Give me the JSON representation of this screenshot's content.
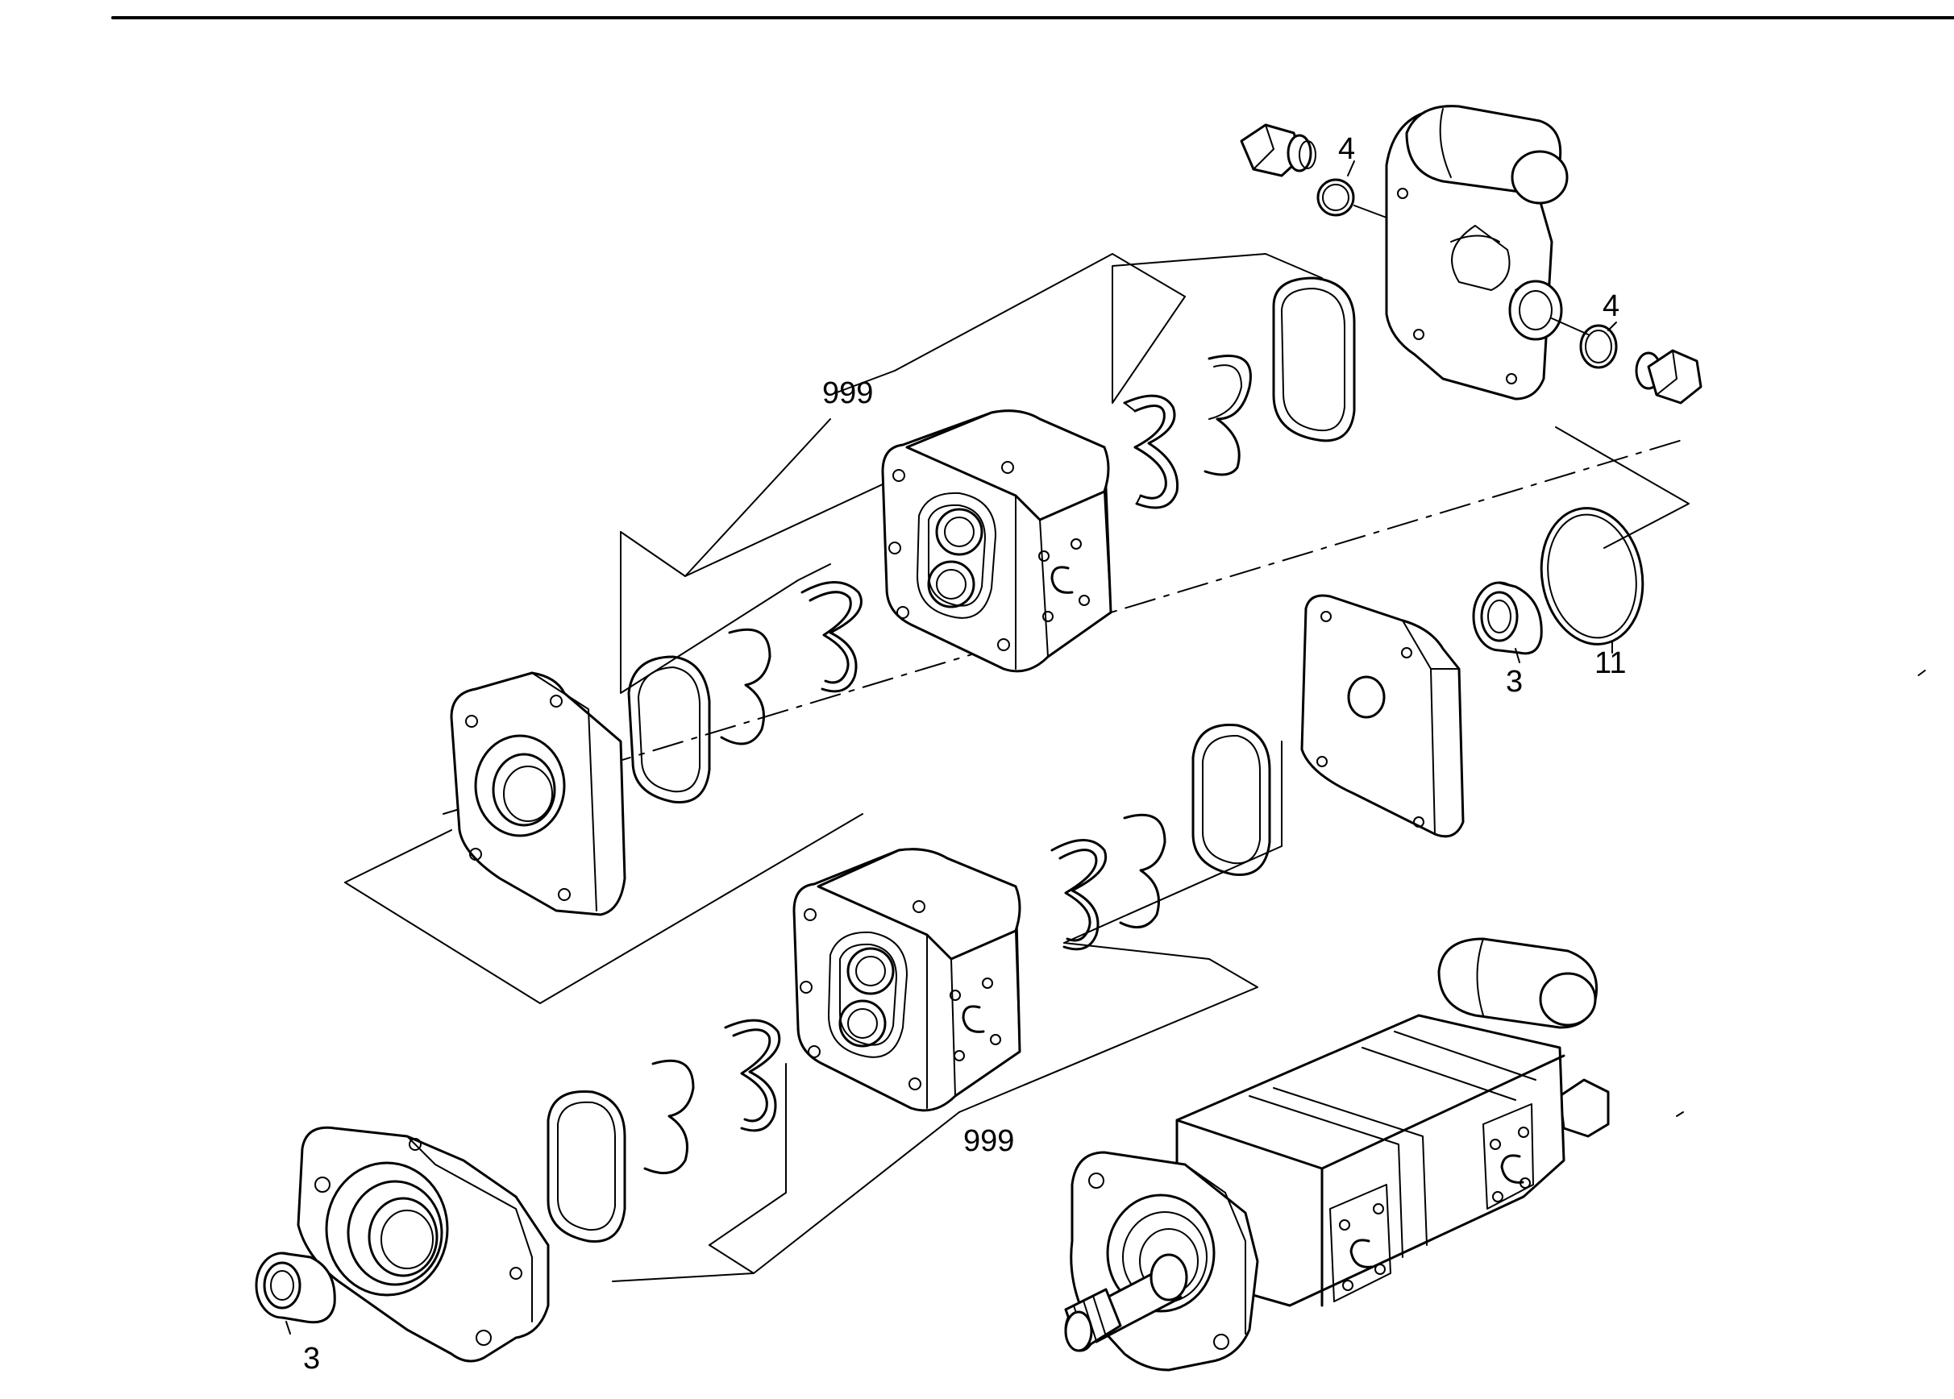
{
  "callouts": {
    "seal_top_left": "4",
    "seal_top_right": "4",
    "bearing_right": "3",
    "oring_right": "11",
    "bearing_left": "3",
    "kit_upper": "999",
    "kit_lower": "999"
  }
}
